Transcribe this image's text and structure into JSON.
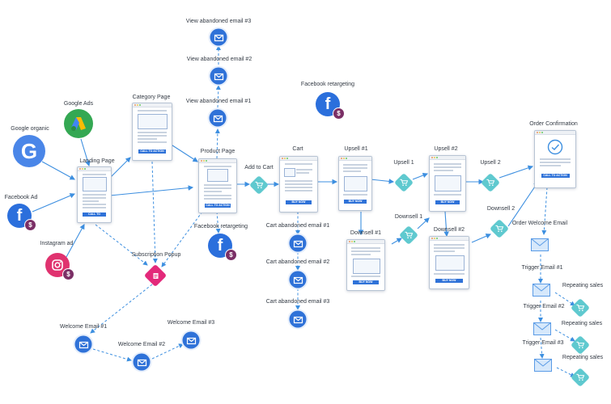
{
  "colors": {
    "accent_blue": "#2f72d8",
    "teal_diamond": "#5fc9cf",
    "pink_popup": "#e3297a",
    "connector": "#3d8fe0"
  },
  "sources": {
    "google_ads": "Google Ads",
    "google_organic": "Google organic",
    "facebook_ad": "Facebook Ad",
    "instagram_ad": "Instagram ad"
  },
  "pages": {
    "landing": "Landing Page",
    "category": "Category Page",
    "product": "Product Page",
    "cart": "Cart",
    "upsell1": "Upsell #1",
    "upsell2": "Upsell #2",
    "downsell1": "Downsell #1",
    "downsell2": "Downsell #2",
    "order_confirmation": "Order Confirmation",
    "cta": "CALL TO ACTION",
    "buy_now": "BUY NOW"
  },
  "steps": {
    "add_to_cart": "Add to Cart",
    "upsell_1": "Upsell 1",
    "upsell_2": "Upsell 2",
    "downsell_1": "Downsell 1",
    "downsell_2": "Downsell 2",
    "subscription_popup": "Subscription Popup",
    "facebook_retargeting_top": "Facebook retargeting",
    "facebook_retargeting_product": "Facebook retargeting"
  },
  "emails": {
    "view_abandoned_3": "View abandoned email #3",
    "view_abandoned_2": "View abandoned email #2",
    "view_abandoned_1": "View abandoned email #1",
    "cart_abandoned_1": "Cart abandoned email #1",
    "cart_abandoned_2": "Cart abandoned email #2",
    "cart_abandoned_3": "Cart abandoned email #3",
    "welcome_1": "Welcome Email #1",
    "welcome_2": "Welcome Email #2",
    "welcome_3": "Welcome Email #3",
    "order_welcome": "Order Welcome Email",
    "trigger_1": "Trigger Email #1",
    "trigger_2": "Trigger Email #2",
    "trigger_3": "Trigger Email #3",
    "repeating_sales_1": "Repeating sales",
    "repeating_sales_2": "Repeating sales",
    "repeating_sales_3": "Repeating sales"
  },
  "icons": {
    "google_ads": "google-ads-logo",
    "google": "google-logo",
    "facebook": "facebook-logo",
    "instagram": "instagram-logo",
    "email": "envelope-icon",
    "cart": "cart-icon",
    "money": "dollar-badge-icon",
    "popup": "form-icon"
  }
}
